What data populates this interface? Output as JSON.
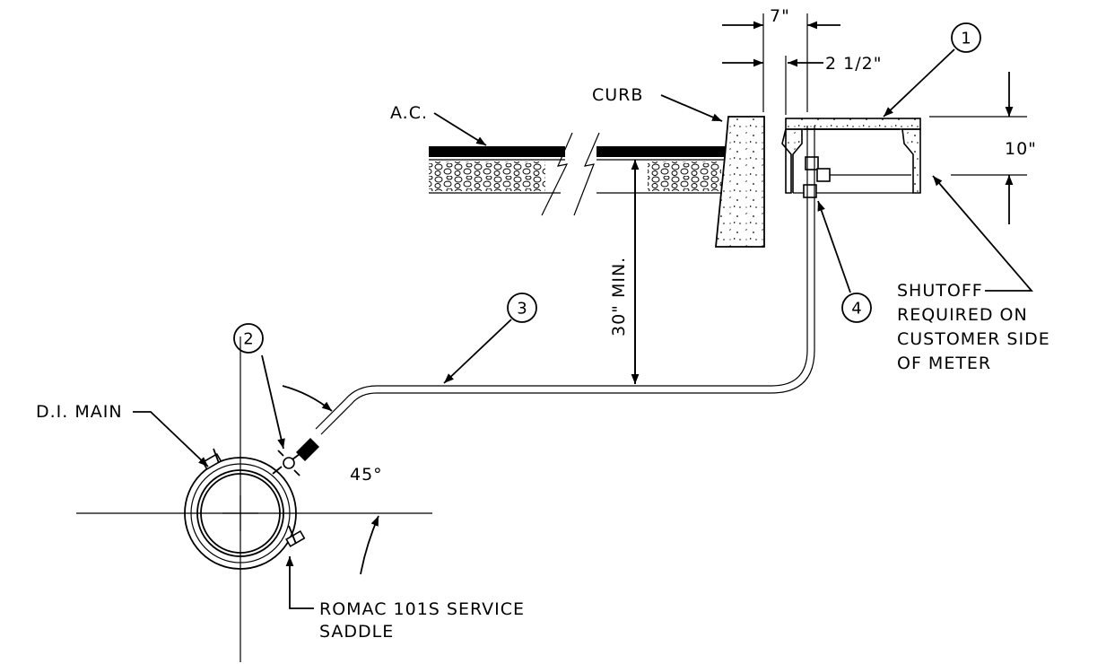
{
  "labels": {
    "ac": "A.C.",
    "curb": "CURB",
    "dim_7": "7\"",
    "dim_2_5": "2 1/2\"",
    "dim_10": "10\"",
    "dim_30": "30\" MIN.",
    "angle_45": "45°",
    "di_main": "D.I. MAIN",
    "saddle_line1": "ROMAC 101S SERVICE",
    "saddle_line2": "SADDLE",
    "shutoff_line1": "SHUTOFF",
    "shutoff_line2": "REQUIRED ON",
    "shutoff_line3": "CUSTOMER SIDE",
    "shutoff_line4": "OF METER"
  },
  "callouts": {
    "c1": "1",
    "c2": "2",
    "c3": "3",
    "c4": "4"
  },
  "colors": {
    "ink": "#000000",
    "paper": "#ffffff"
  }
}
